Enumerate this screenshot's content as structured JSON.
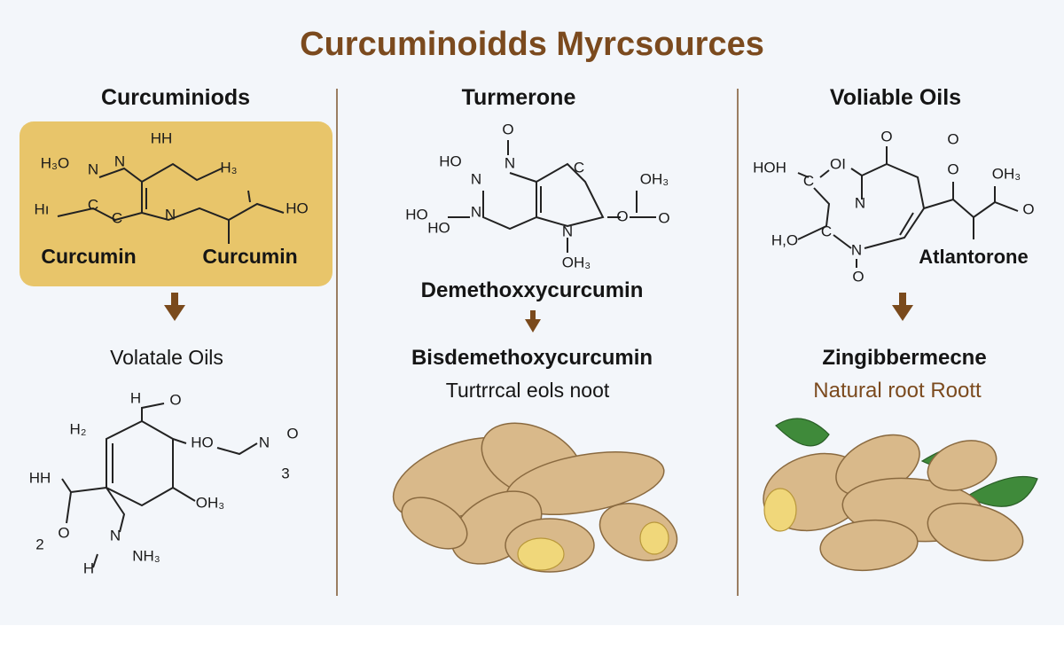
{
  "title": "Curcuminoidds Myrcsources",
  "colors": {
    "title": "#7b4a1e",
    "box": "#e8c56a",
    "divider": "#9a7e62",
    "arrow": "#7a4a1c",
    "red_atom": "#c0282d",
    "blue_atom": "#2a4c8c"
  },
  "columns": [
    {
      "header": "Curcuminiods",
      "box_labels": [
        "Curcumin",
        "Curcumin"
      ],
      "molecule_atoms": [
        "HH",
        "H₃O",
        "N",
        "N",
        "H₃",
        "Hı",
        "C",
        "C",
        "N",
        "HO"
      ],
      "lower_label": "Volatale Oils",
      "lower_atoms": [
        "H",
        "O",
        "H₂",
        "HO",
        "N",
        "O",
        "3",
        "HH",
        "OH₃",
        "O",
        "N",
        "NH₃",
        "2",
        "H"
      ]
    },
    {
      "header": "Turmerone",
      "molecule_atoms": [
        "O",
        "HO",
        "N",
        "N",
        "HO",
        "HO",
        "N",
        "C",
        "OH₃",
        "O",
        "O",
        "N",
        "OH₃"
      ],
      "label1": "Demethoxxycurcumin",
      "label2": "Bisdemethoxycurcumin",
      "caption": "Turtrrcal eols noot"
    },
    {
      "header": "Voliable Oils",
      "molecule_atoms": [
        "O",
        "O",
        "HOH",
        "C",
        "OI",
        "O",
        "OH₃",
        "N",
        "O",
        "C",
        "H,O",
        "N",
        "O"
      ],
      "molecule_name": "Atlantorone",
      "label1": "Zingibbermecne",
      "caption": "Natural root Roott"
    }
  ]
}
